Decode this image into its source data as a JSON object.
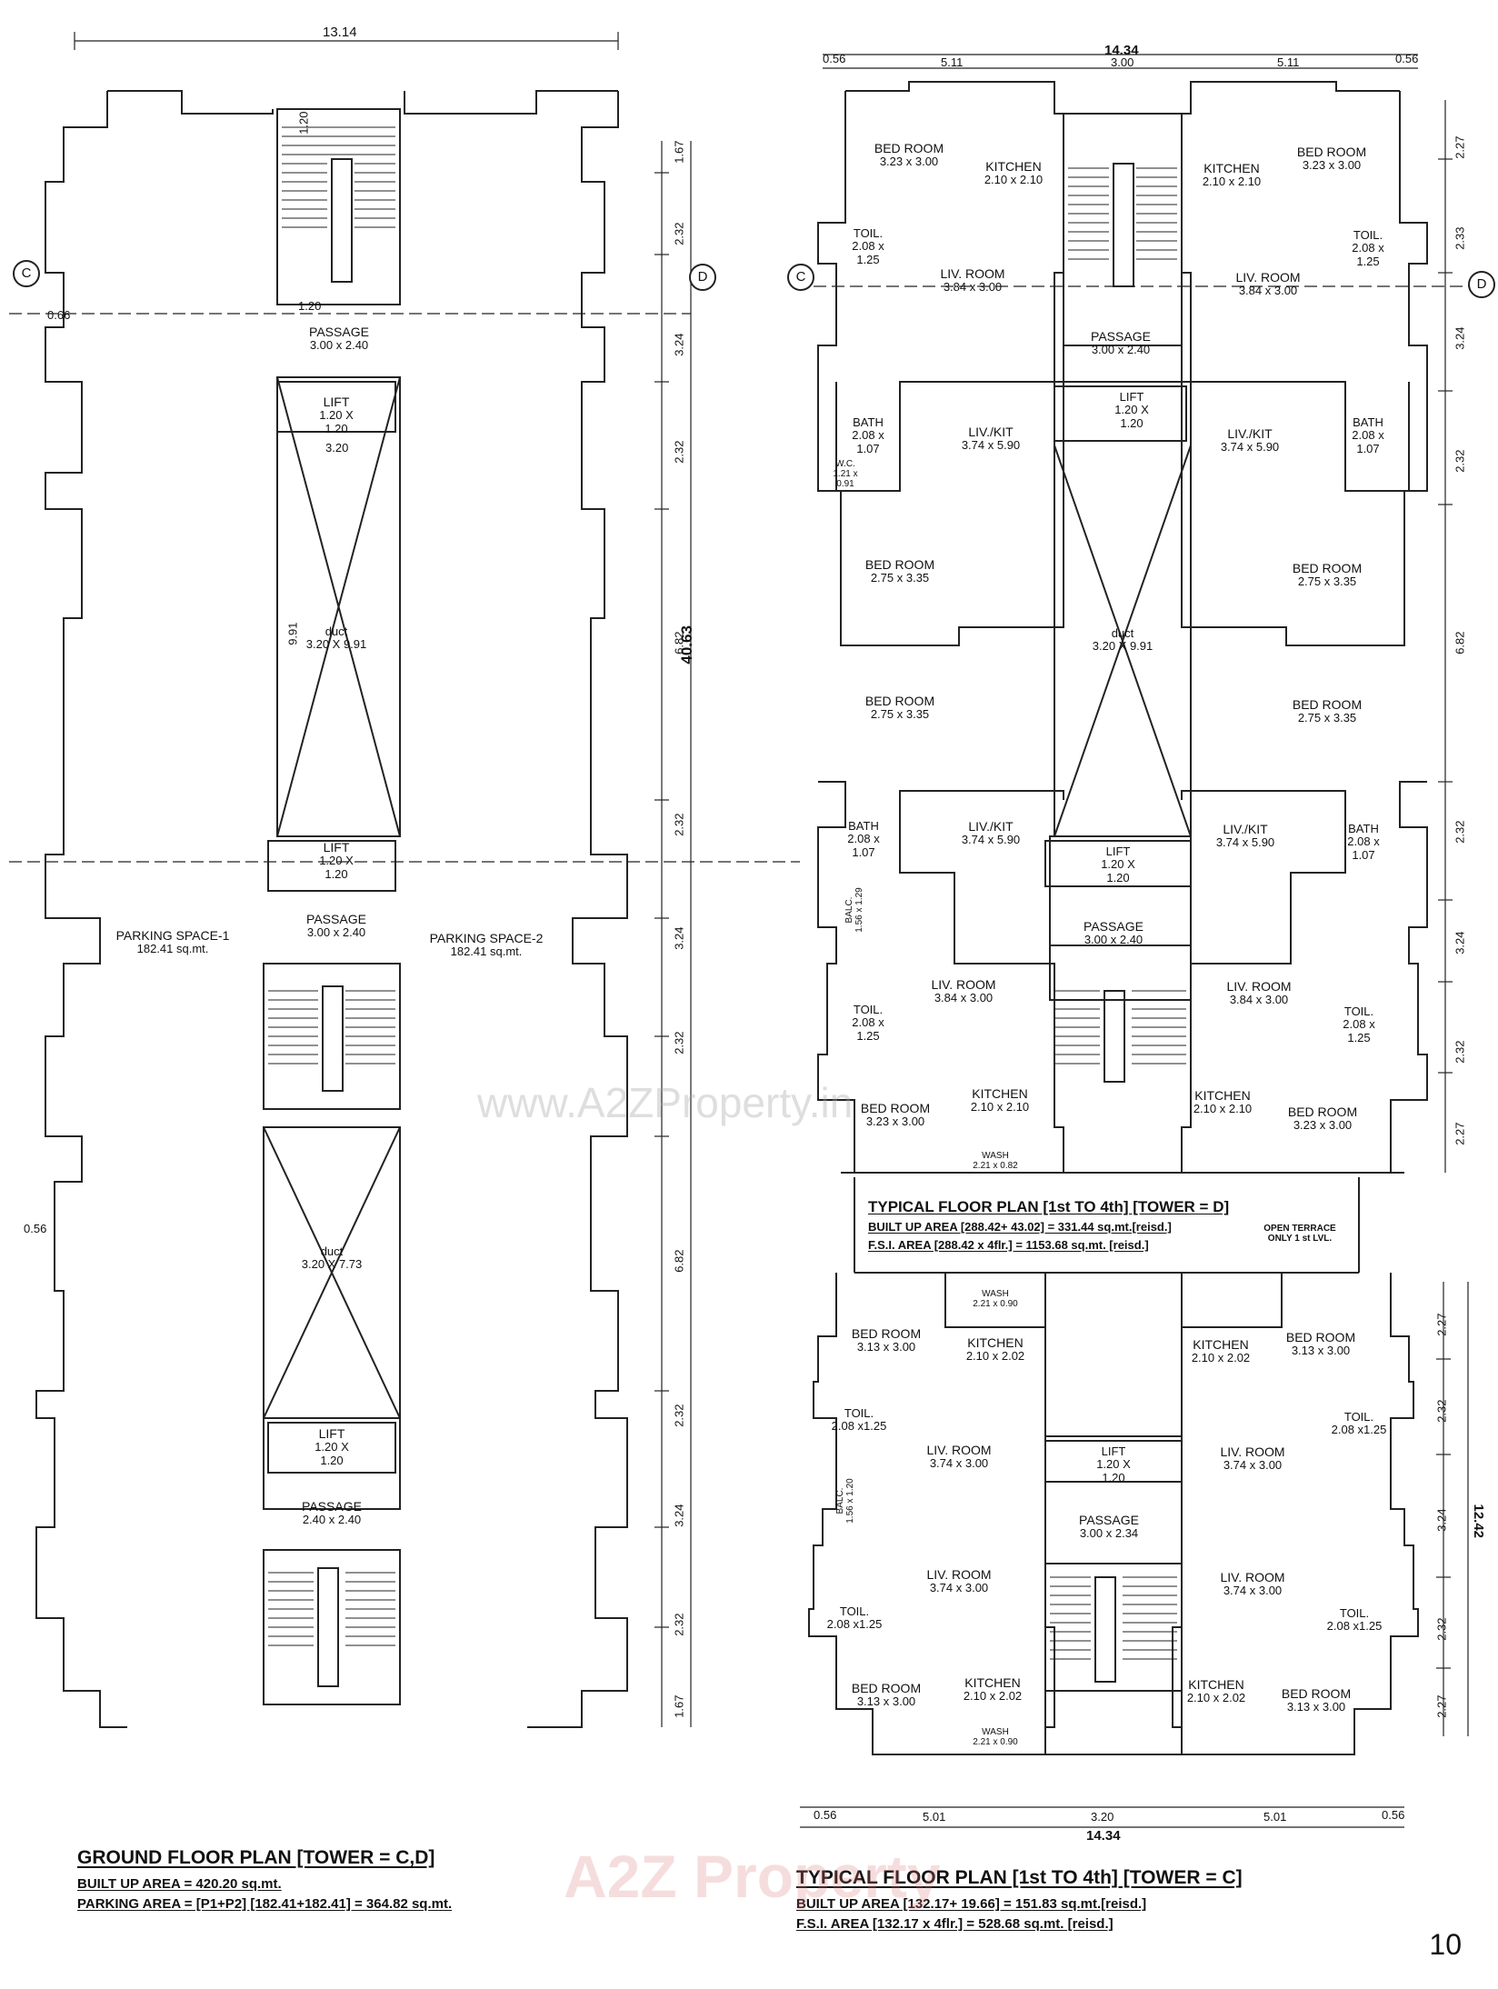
{
  "ground_plan": {
    "title": "GROUND FLOOR PLAN [TOWER = C,D]",
    "built_up": "BUILT UP AREA = 420.20 sq.mt.",
    "parking": "PARKING AREA = [P1+P2] [182.41+182.41] = 364.82 sq.mt.",
    "overall_width": "13.14",
    "overall_length": "40.63",
    "axis_c": "C",
    "axis_d": "D",
    "passage_top": [
      "PASSAGE",
      "3.00 x 2.40"
    ],
    "passage_mid": [
      "PASSAGE",
      "3.00 x 2.40"
    ],
    "passage_bottom": [
      "PASSAGE",
      "2.40 x 2.40"
    ],
    "duct_top": [
      "duct",
      "3.20 X 9.91"
    ],
    "duct_bottom": [
      "duct",
      "3.20 X 7.73"
    ],
    "lift": [
      "LIFT",
      "1.20 X",
      "1.20"
    ],
    "parking_1": [
      "PARKING SPACE-1",
      "182.41 sq.mt."
    ],
    "parking_2": [
      "PARKING SPACE-2",
      "182.41 sq.mt."
    ],
    "dims_right": [
      "1.67",
      "2.32",
      "3.24",
      "2.32",
      "6.82",
      "2.32",
      "3.24",
      "2.32",
      "6.82",
      "2.32",
      "3.24",
      "2.32",
      "1.67"
    ],
    "misc_dims": [
      "1.20",
      "1.20",
      "0.66",
      "0.56",
      "3.20",
      "9.91"
    ]
  },
  "tower_d": {
    "title": "TYPICAL FLOOR PLAN [1st TO 4th] [TOWER = D]",
    "built_up": "BUILT UP AREA [288.42+ 43.02] = 331.44 sq.mt.[reisd.]",
    "fsi": "F.S.I. AREA [288.42 x 4flr.] = 1153.68 sq.mt. [reisd.]",
    "terrace_note": [
      "OPEN TERRACE",
      "ONLY 1 st LVL."
    ],
    "overall_width": "14.34",
    "top_dims": [
      "0.56",
      "5.11",
      "3.00",
      "5.11",
      "0.56"
    ],
    "right_dims": [
      "2.27",
      "2.33",
      "3.24",
      "2.32",
      "6.82",
      "2.32",
      "3.24",
      "2.32",
      "2.27"
    ],
    "rooms": [
      [
        "BED ROOM",
        "3.23 x 3.00"
      ],
      [
        "KITCHEN",
        "2.10 x 2.10"
      ],
      [
        "TOIL.",
        "2.08 x",
        "1.25"
      ],
      [
        "LIV. ROOM",
        "3.84 x 3.00"
      ],
      [
        "PASSAGE",
        "3.00 x 2.40"
      ],
      [
        "LIV./KIT",
        "3.74 x 5.90"
      ],
      [
        "BATH",
        "2.08 x",
        "1.07"
      ],
      [
        "W.C.",
        "1.21 x",
        "0.91"
      ],
      [
        "BED ROOM",
        "2.75 x 3.35"
      ],
      [
        "duct",
        "3.20 X 9.91"
      ],
      [
        "LIFT",
        "1.20 X",
        "1.20"
      ],
      [
        "WASH",
        "2.21 x 0.82"
      ],
      [
        "BALC.",
        "1.56 x 1.29"
      ]
    ]
  },
  "tower_c": {
    "title": "TYPICAL FLOOR PLAN [1st TO 4th] [TOWER = C]",
    "built_up": "BUILT UP AREA [132.17+ 19.66] = 151.83 sq.mt.[reisd.]",
    "fsi": "F.S.I. AREA [132.17 x 4flr.] = 528.68 sq.mt. [reisd.]",
    "overall_width": "14.34",
    "overall_length": "12.42",
    "bottom_dims": [
      "0.56",
      "5.01",
      "3.20",
      "5.01",
      "0.56"
    ],
    "right_dims": [
      "2.27",
      "2.32",
      "3.24",
      "2.32",
      "2.27"
    ],
    "rooms": [
      [
        "BED ROOM",
        "3.13 x 3.00"
      ],
      [
        "KITCHEN",
        "2.10 x 2.02"
      ],
      [
        "TOIL.",
        "2.08 x1.25"
      ],
      [
        "LIV. ROOM",
        "3.74 x 3.00"
      ],
      [
        "PASSAGE",
        "3.00 x 2.34"
      ],
      [
        "WASH",
        "2.21 x 0.90"
      ],
      [
        "BALC.",
        "1.56 x 1.20"
      ],
      [
        "LIFT",
        "1.20 X",
        "1.20"
      ]
    ]
  },
  "watermarks": {
    "site": "www.A2ZProperty.in",
    "logo": "A2Z Property"
  },
  "page_number": "10"
}
